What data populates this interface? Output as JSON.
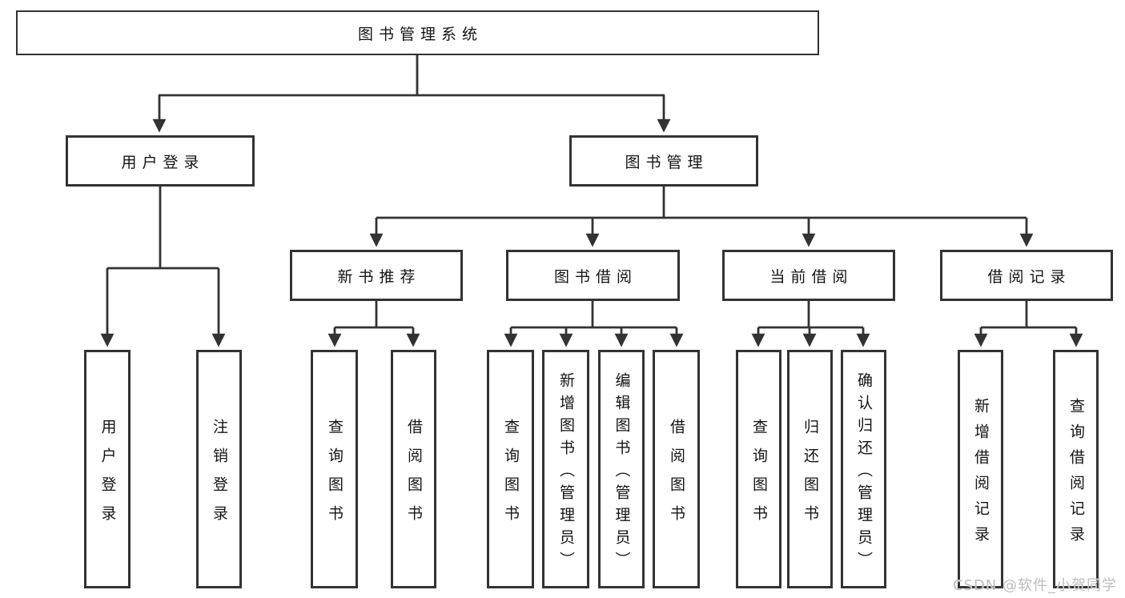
{
  "colors": {
    "line": "#333333",
    "text": "#141414",
    "watermark": "#bdbdbd"
  },
  "watermark": {
    "text": "CSDN @软件_小贺同学"
  },
  "tree": {
    "root": "图书管理系统",
    "branches": [
      {
        "label": "用户登录",
        "children": [
          "用户登录",
          "注销登录"
        ]
      },
      {
        "label": "图书管理",
        "groups": [
          {
            "label": "新书推荐",
            "children": [
              "查询图书",
              "借阅图书"
            ]
          },
          {
            "label": "图书借阅",
            "children": [
              "查询图书",
              "新增图书（管理员）",
              "编辑图书（管理员）",
              "借阅图书"
            ]
          },
          {
            "label": "当前借阅",
            "children": [
              "查询图书",
              "归还图书",
              "确认归还（管理员）"
            ]
          },
          {
            "label": "借阅记录",
            "children": [
              "新增借阅记录",
              "查询借阅记录"
            ]
          }
        ]
      }
    ]
  }
}
